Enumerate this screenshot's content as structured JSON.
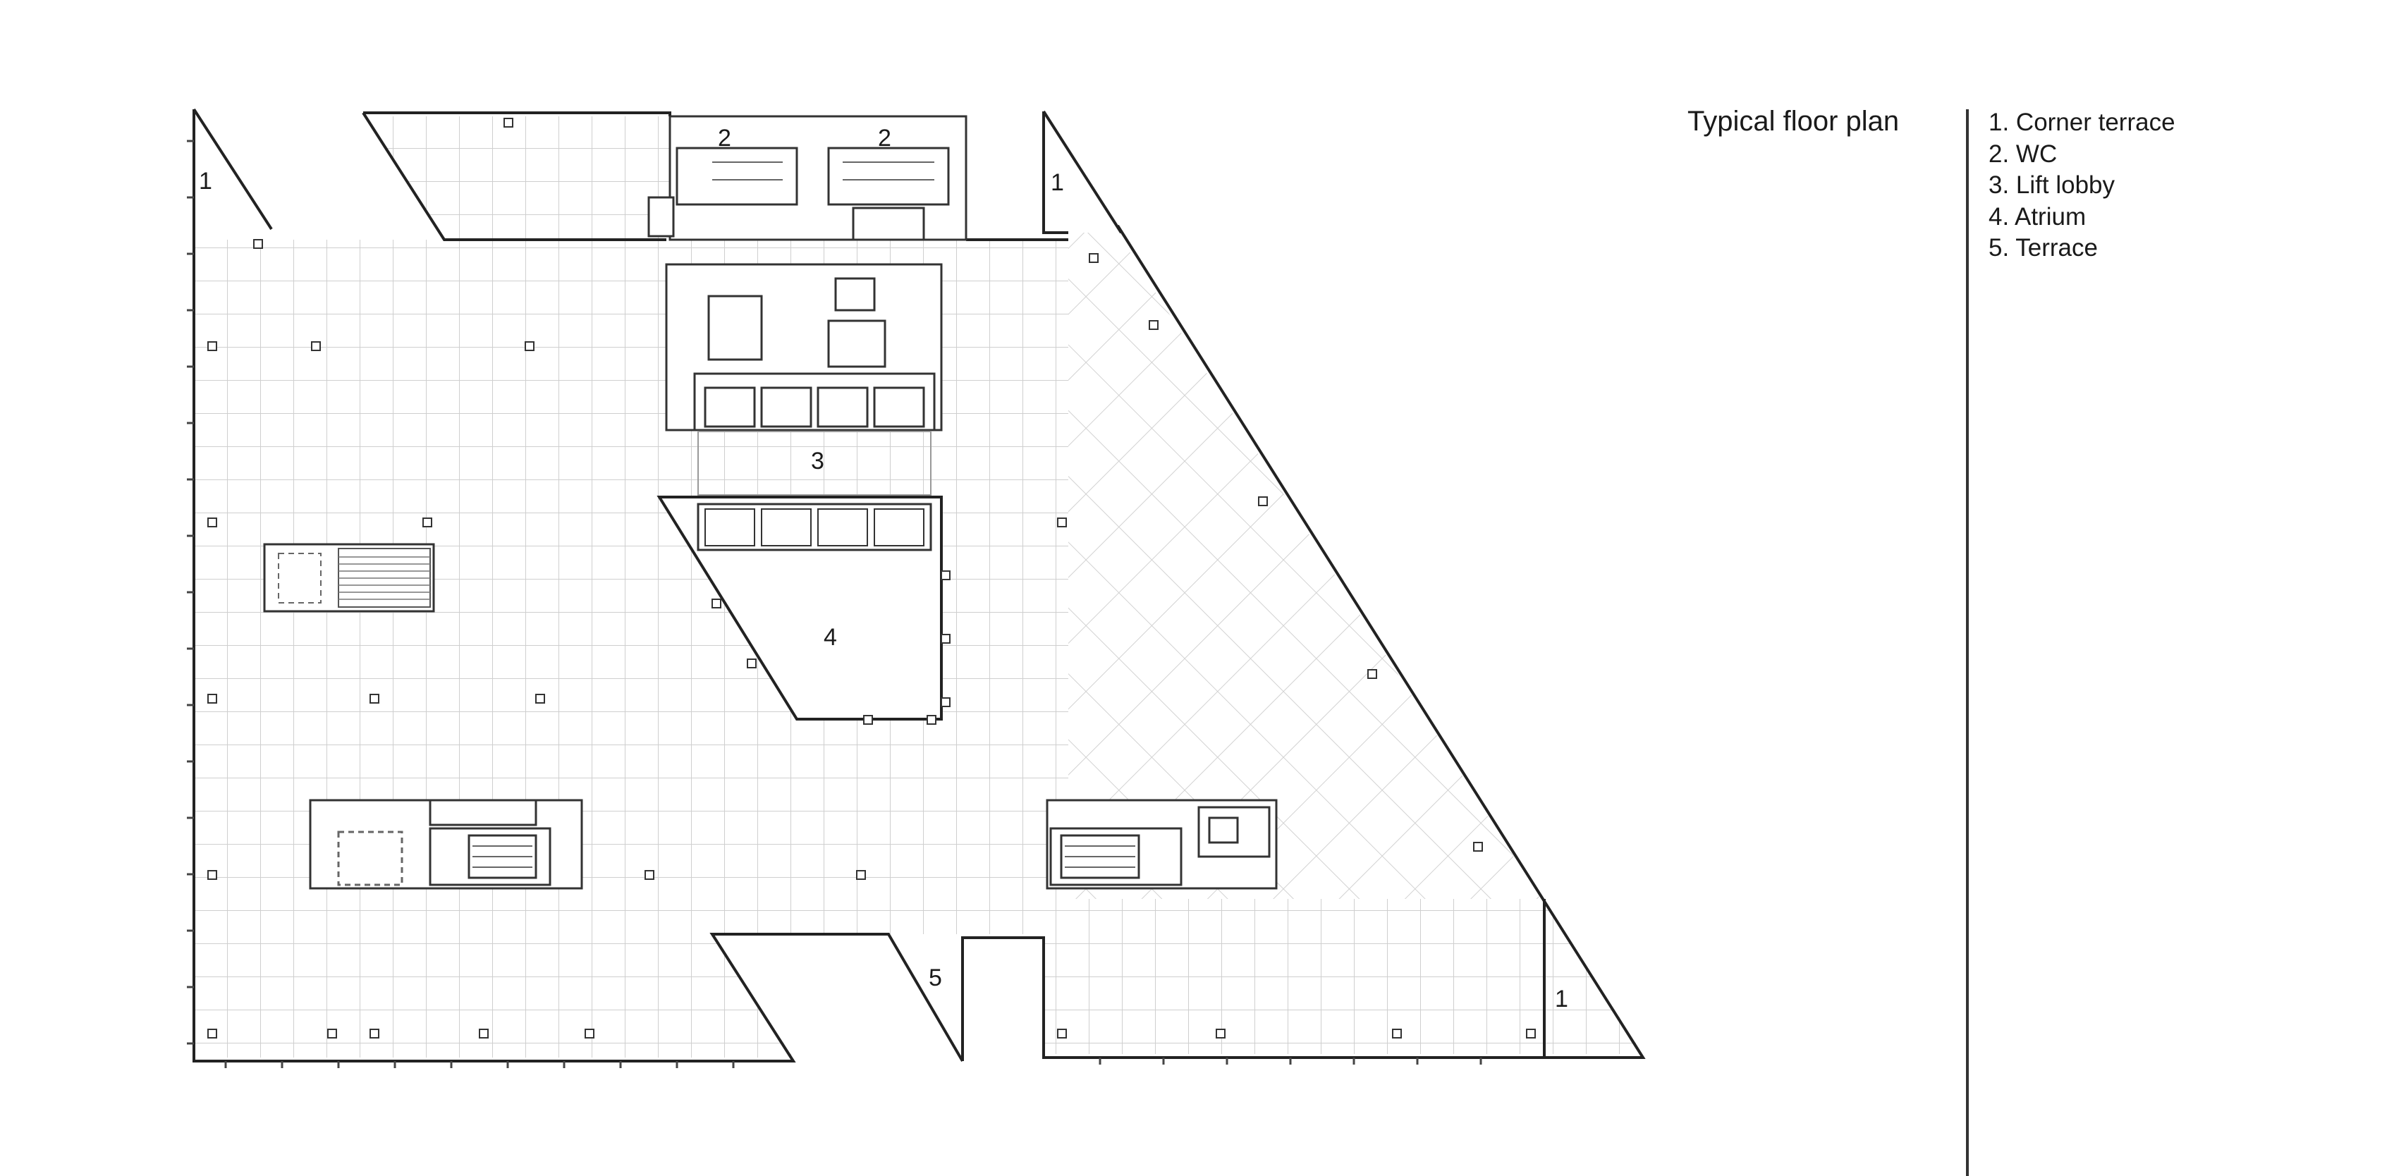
{
  "title": "Typical floor plan",
  "legend": [
    "1. Corner terrace",
    "2. WC",
    "3. Lift lobby",
    "4. Atrium",
    "5. Terrace"
  ],
  "plan_labels": {
    "corner_terrace_nw": "1",
    "corner_terrace_ne": "1",
    "corner_terrace_se": "1",
    "wc_left": "2",
    "wc_right": "2",
    "lift_lobby": "3",
    "atrium": "4",
    "terrace": "5"
  }
}
